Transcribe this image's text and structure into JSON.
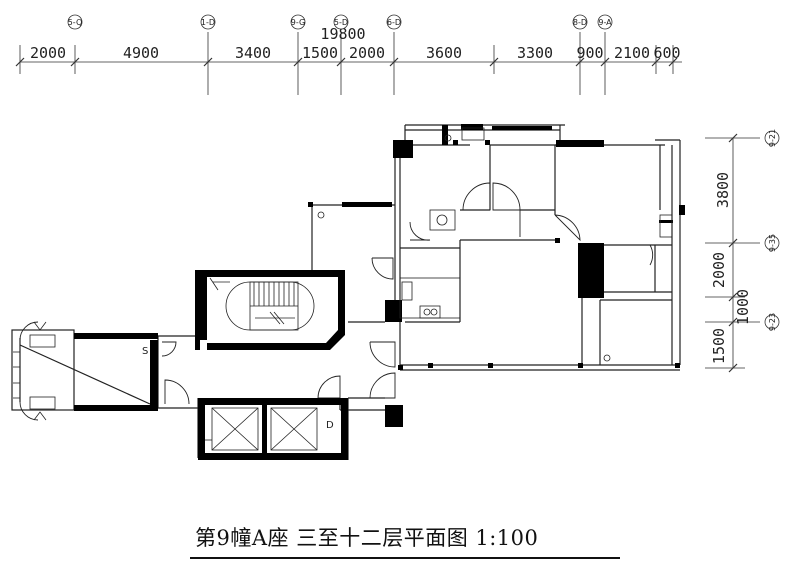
{
  "drawing": {
    "title": "第9幢A座  三至十二层平面图  1:100",
    "top_dimensions": {
      "total": "19800",
      "segments": [
        "2000",
        "4900",
        "3400",
        "1500",
        "2000",
        "3600",
        "3300",
        "900",
        "2100",
        "600"
      ],
      "grid_labels": [
        "5-Q",
        "1-D",
        "9-G",
        "5-D",
        "6-D",
        "8-D",
        "9-A"
      ]
    },
    "right_dimensions": {
      "segments": [
        "3800",
        "2000",
        "1000",
        "1500"
      ],
      "grid_labels": [
        "9-21",
        "9-35",
        "9-23"
      ]
    },
    "room_marks": [
      "S",
      "D"
    ],
    "colors": {
      "line": "#222222",
      "wall": "#000000",
      "background": "#ffffff"
    }
  }
}
